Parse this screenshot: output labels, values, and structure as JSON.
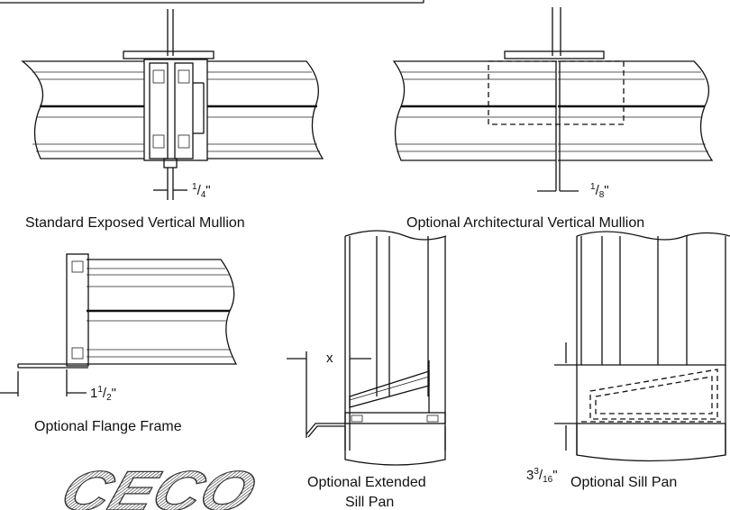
{
  "captions": {
    "standard_mullion": "Standard Exposed Vertical Mullion",
    "architectural_mullion": "Optional Architectural Vertical Mullion",
    "flange_frame": "Optional Flange Frame",
    "extended_sill_line1": "Optional Extended",
    "extended_sill_line2": "Sill Pan",
    "sill_pan": "Optional Sill Pan"
  },
  "dimensions": {
    "standard_gap": {
      "whole": "",
      "num": "1",
      "den": "4",
      "unit": "\""
    },
    "architectural_gap": {
      "whole": "",
      "num": "1",
      "den": "8",
      "unit": "\""
    },
    "flange": {
      "whole": "1",
      "num": "1",
      "den": "2",
      "unit": "\""
    },
    "extended_x": "x",
    "sill_height": {
      "whole": "3",
      "num": "3",
      "den": "16",
      "unit": "\""
    }
  },
  "logo": {
    "text": "CECO"
  }
}
